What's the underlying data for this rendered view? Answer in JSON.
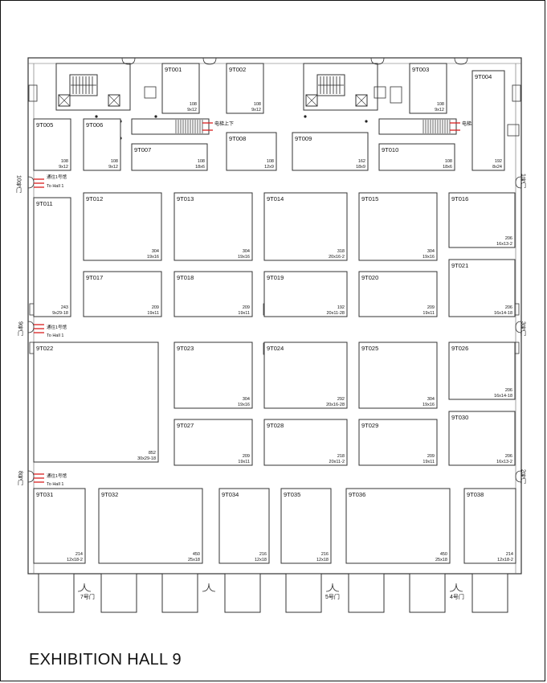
{
  "title": "EXHIBITION HALL 9",
  "colors": {
    "line": "#333333",
    "door_arrow": "#d81e1e",
    "fill": "#ffffff",
    "stair": "#222222"
  },
  "booths": [
    {
      "code": "9T001",
      "area": "108",
      "size": "9x12"
    },
    {
      "code": "9T002",
      "area": "108",
      "size": "9x12"
    },
    {
      "code": "9T003",
      "area": "108",
      "size": "9x12"
    },
    {
      "code": "9T004",
      "area": "192",
      "size": "8x24"
    },
    {
      "code": "9T005",
      "area": "108",
      "size": "9x12"
    },
    {
      "code": "9T006",
      "area": "108",
      "size": "9x12"
    },
    {
      "code": "9T007",
      "area": "108",
      "size": "18x6"
    },
    {
      "code": "9T008",
      "area": "108",
      "size": "12x9"
    },
    {
      "code": "9T009",
      "area": "162",
      "size": "18x9"
    },
    {
      "code": "9T010",
      "area": "108",
      "size": "18x6"
    },
    {
      "code": "9T011",
      "area": "243",
      "size": "9x29-18"
    },
    {
      "code": "9T012",
      "area": "304",
      "size": "19x16"
    },
    {
      "code": "9T013",
      "area": "304",
      "size": "19x16"
    },
    {
      "code": "9T014",
      "area": "318",
      "size": "20x16-2"
    },
    {
      "code": "9T015",
      "area": "304",
      "size": "19x16"
    },
    {
      "code": "9T016",
      "area": "206",
      "size": "16x13-2"
    },
    {
      "code": "9T017",
      "area": "209",
      "size": "19x11"
    },
    {
      "code": "9T018",
      "area": "209",
      "size": "19x11"
    },
    {
      "code": "9T019",
      "area": "192",
      "size": "20x11-28"
    },
    {
      "code": "9T020",
      "area": "209",
      "size": "19x11"
    },
    {
      "code": "9T021",
      "area": "206",
      "size": "16x14-18"
    },
    {
      "code": "9T022",
      "area": "852",
      "size": "30x29-18"
    },
    {
      "code": "9T023",
      "area": "304",
      "size": "19x16"
    },
    {
      "code": "9T024",
      "area": "292",
      "size": "20x16-28"
    },
    {
      "code": "9T025",
      "area": "304",
      "size": "19x16"
    },
    {
      "code": "9T026",
      "area": "206",
      "size": "16x14-18"
    },
    {
      "code": "9T027",
      "area": "209",
      "size": "19x11"
    },
    {
      "code": "9T028",
      "area": "218",
      "size": "20x11-2"
    },
    {
      "code": "9T029",
      "area": "209",
      "size": "19x11"
    },
    {
      "code": "9T030",
      "area": "206",
      "size": "16x13-2"
    },
    {
      "code": "9T031",
      "area": "214",
      "size": "12x18-2"
    },
    {
      "code": "9T032",
      "area": "450",
      "size": "25x18"
    },
    {
      "code": "9T034",
      "area": "216",
      "size": "12x18"
    },
    {
      "code": "9T035",
      "area": "216",
      "size": "12x18"
    },
    {
      "code": "9T036",
      "area": "450",
      "size": "25x18"
    },
    {
      "code": "9T038",
      "area": "214",
      "size": "12x18-2"
    }
  ],
  "gates": {
    "gate_10": "10号门",
    "gate_9": "9号门",
    "gate_8": "8号门",
    "gate_7": "7号门",
    "gate_5": "5号门",
    "gate_4": "4号门",
    "gate_1": "1号门",
    "gate_3": "3号门",
    "gate_2": "2号门"
  },
  "passages": [
    {
      "cn": "通往1号馆",
      "en": "To Hall 1"
    },
    {
      "cn": "通往1号馆",
      "en": "To Hall 1"
    },
    {
      "cn": "通往1号馆",
      "en": "To Hall 1"
    }
  ],
  "escalators": [
    {
      "label": "电梯上下"
    },
    {
      "label": "电梯上下"
    }
  ]
}
